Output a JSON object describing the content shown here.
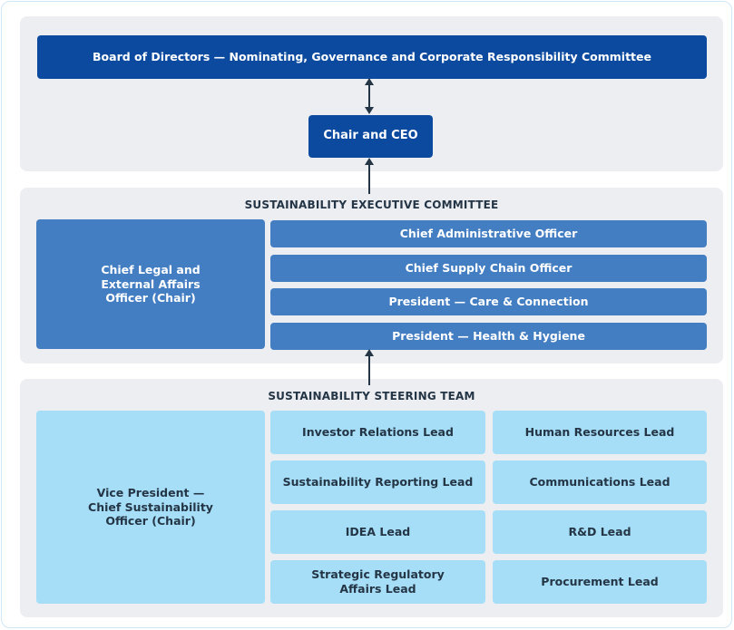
{
  "board": {
    "label": "Board of Directors — Nominating, Governance and Corporate Responsibility Committee"
  },
  "ceo": {
    "label": "Chair and CEO"
  },
  "executive_committee": {
    "title": "SUSTAINABILITY EXECUTIVE COMMITTEE",
    "chair": "Chief Legal and\nExternal Affairs\nOfficer (Chair)",
    "members": [
      "Chief Administrative Officer",
      "Chief Supply Chain Officer",
      "President — Care & Connection",
      "President — Health & Hygiene"
    ]
  },
  "steering_team": {
    "title": "SUSTAINABILITY STEERING TEAM",
    "chair": "Vice President —\nChief Sustainability\nOfficer (Chair)",
    "members": [
      [
        "Investor Relations Lead",
        "Human Resources Lead"
      ],
      [
        "Sustainability Reporting Lead",
        "Communications Lead"
      ],
      [
        "IDEA Lead",
        "R&D Lead"
      ],
      [
        "Strategic Regulatory\nAffairs Lead",
        "Procurement Lead"
      ]
    ]
  },
  "colors": {
    "dark_blue": "#0c4a9f",
    "mid_blue": "#437dc2",
    "light_blue": "#a6def7",
    "panel_gray": "#eceef2",
    "arrow": "#243546"
  }
}
